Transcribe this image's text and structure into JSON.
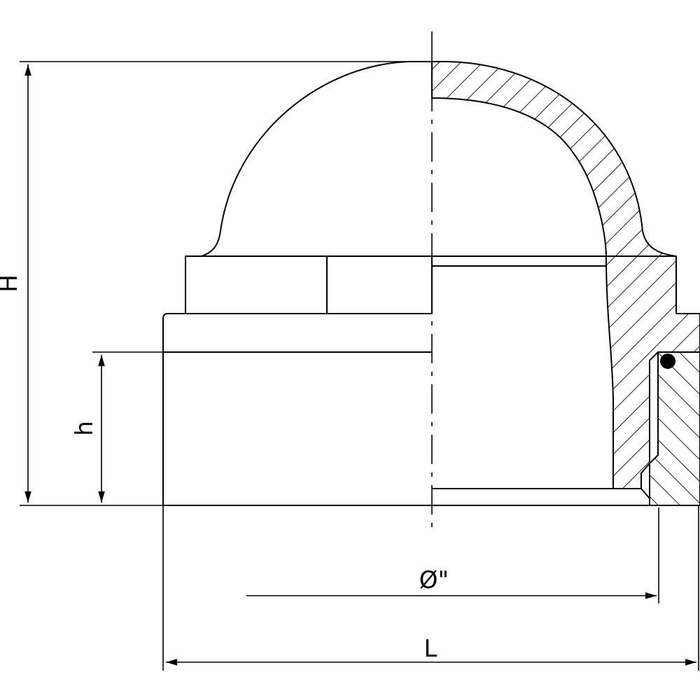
{
  "dimensions": {
    "H": "H",
    "h": "h",
    "diameter": "Ø\"",
    "L": "L"
  },
  "colors": {
    "line": "#000000",
    "background": "#ffffff"
  }
}
